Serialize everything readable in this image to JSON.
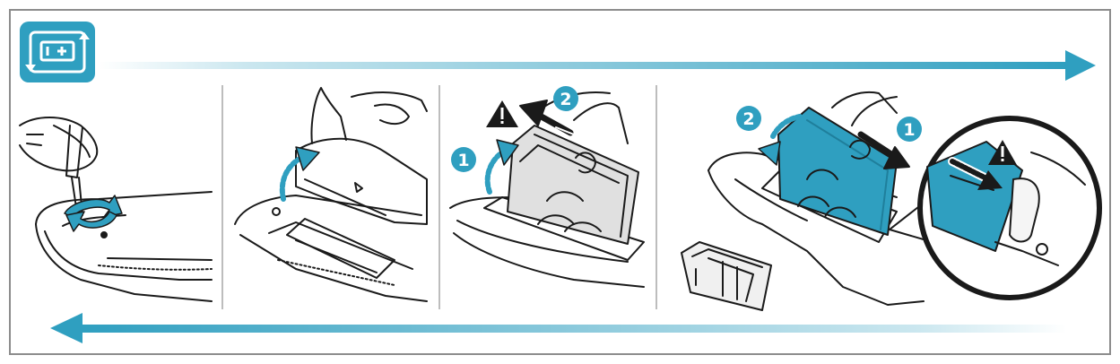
{
  "colors": {
    "teal": "#2f9fc0",
    "teal_dark": "#1f7f9c",
    "black": "#1a1a1a",
    "frame": "#8c8c8c",
    "panel_divider": "#bdbdbd"
  },
  "header": {
    "icon": "battery-replace-icon",
    "top_arrow": "arrow-right-icon",
    "bottom_arrow": "arrow-left-icon"
  },
  "steps": {
    "panel3": {
      "badge_1": "1",
      "badge_2": "2",
      "warning_icon": "warning-triangle-icon"
    },
    "panel4": {
      "badge_1": "1",
      "badge_2": "2",
      "warning_icon": "warning-triangle-icon"
    }
  }
}
